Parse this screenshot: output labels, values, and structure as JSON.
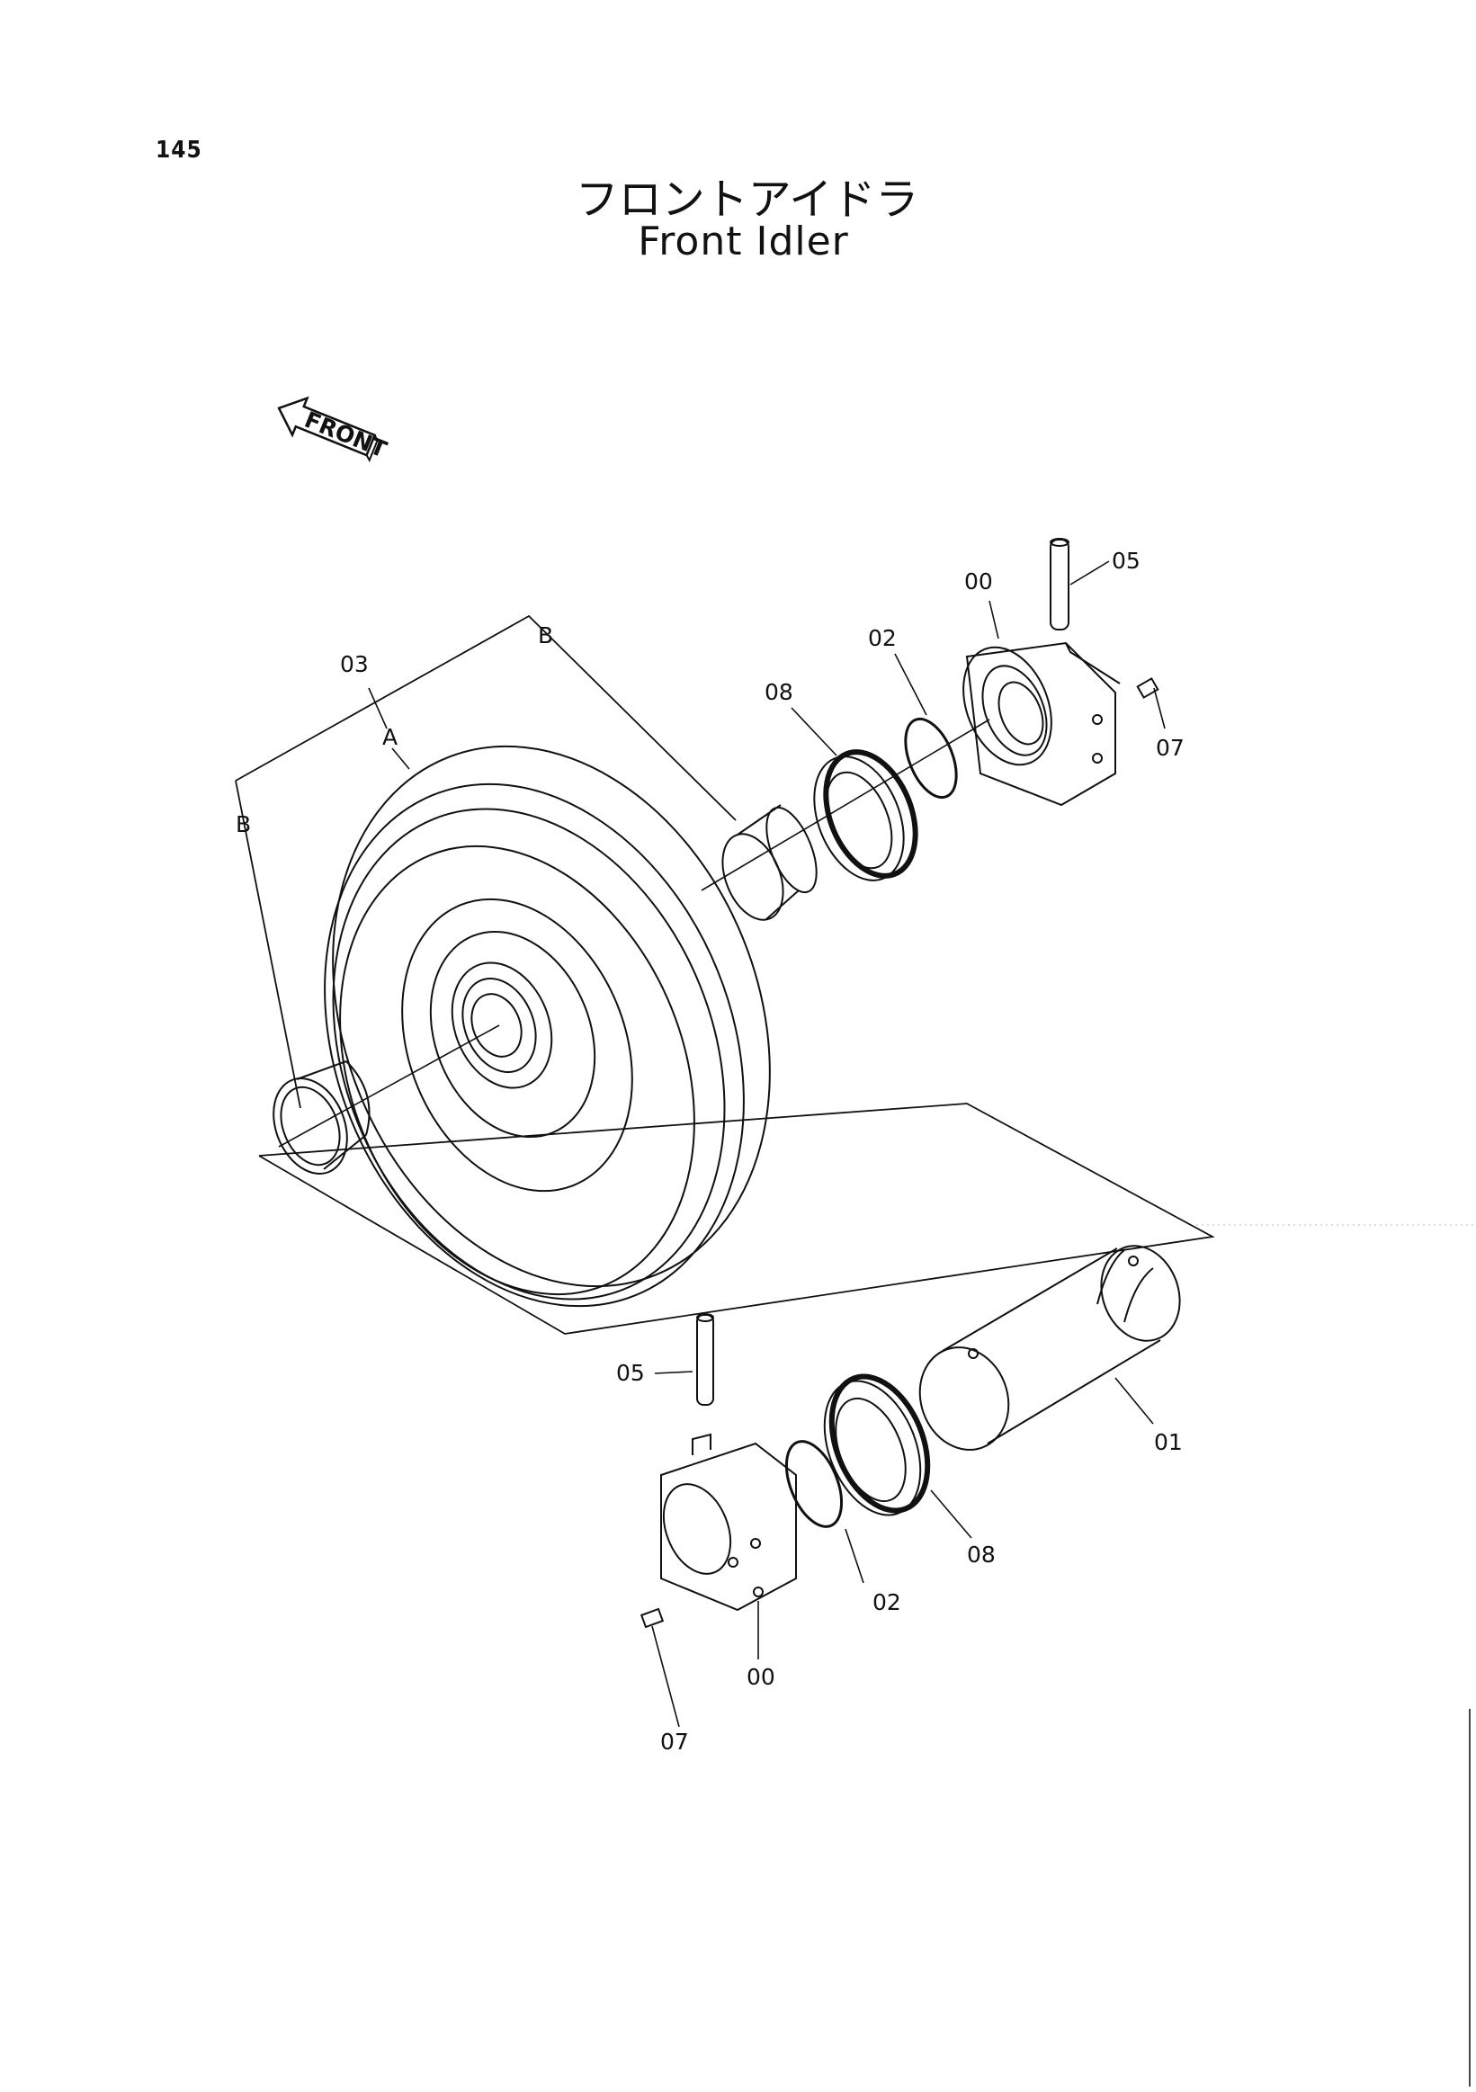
{
  "page": {
    "number": "145"
  },
  "title": {
    "japanese": "フロントアイドラ",
    "english": "Front Idler"
  },
  "front_arrow": {
    "label": "FRONT"
  },
  "part_labels": {
    "p00_top": "00",
    "p05_top": "05",
    "p02_top": "02",
    "p08_top": "08",
    "p07_top": "07",
    "p03": "03",
    "mark_a": "A",
    "mark_b_top": "B",
    "mark_b_left": "B",
    "p05_bottom": "05",
    "p01": "01",
    "p08_bottom": "08",
    "p02_bottom": "02",
    "p00_bottom": "00",
    "p07_bottom": "07"
  }
}
